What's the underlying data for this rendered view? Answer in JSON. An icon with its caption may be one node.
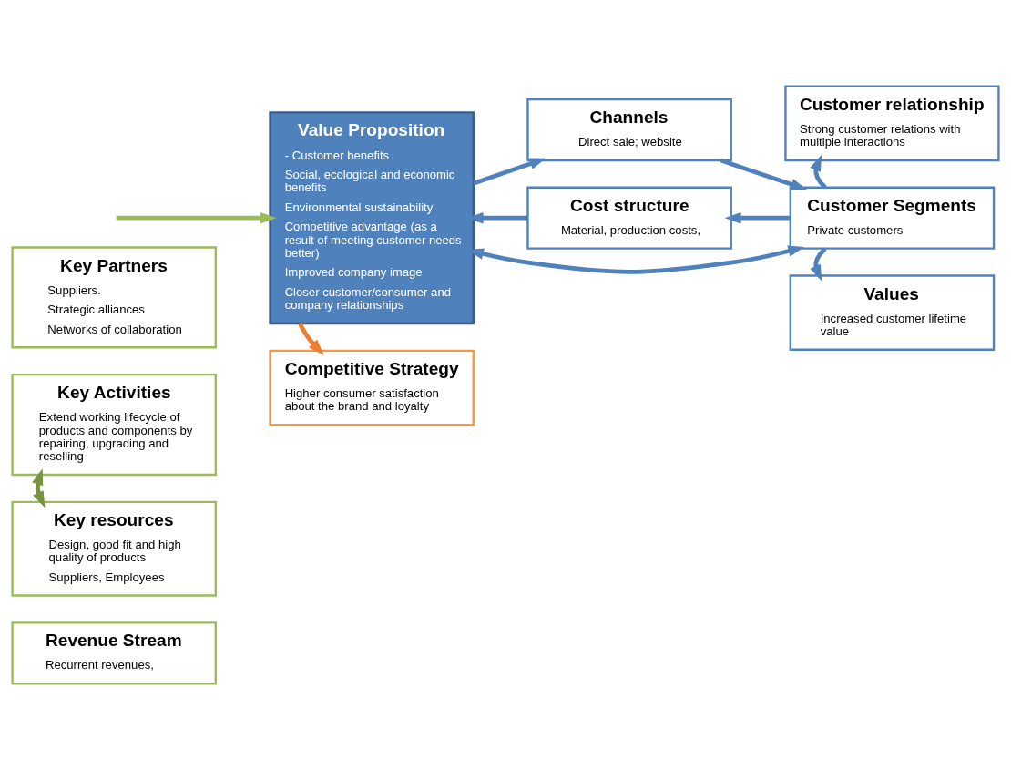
{
  "diagram": {
    "nodes": [
      {
        "text": [
          "Key Partners",
          "Suppliers.",
          "Strategic alliances",
          "Networks of collaboration"
        ]
      },
      {
        "text": [
          "Key Activities",
          "Extend working lifecycle of products and components by repairing, upgrading and reselling"
        ]
      },
      {
        "text": [
          "Key resources",
          "Design, good fit and high quality of products",
          "Suppliers, Employees"
        ]
      },
      {
        "text": [
          "Revenue Stream",
          "Recurrent revenues,"
        ]
      },
      {
        "text": [
          "Value Proposition",
          "- Customer benefits",
          "Social, ecological and economic benefits",
          "Environmental sustainability",
          "Competitive advantage (as a result of meeting customer needs better)",
          "Improved company image",
          "Closer customer/consumer and company relationships"
        ]
      },
      {
        "text": [
          "Competitive Strategy",
          "Higher consumer satisfaction about the brand and loyalty"
        ]
      },
      {
        "text": [
          "Channels",
          "Direct sale; website"
        ]
      },
      {
        "text": [
          "Cost structure",
          "Material, production costs,"
        ]
      },
      {
        "text": [
          "Customer relationship",
          "Strong customer relations with multiple interactions"
        ]
      },
      {
        "text": [
          "Customer Segments",
          "Private customers"
        ]
      },
      {
        "text": [
          "Values",
          "Increased customer lifetime value"
        ]
      }
    ],
    "edges": [
      {
        "from": 1,
        "to": 2,
        "arrow": "both",
        "color": "#77933c"
      },
      {
        "from": null,
        "to": 4,
        "arrow": "to",
        "color": "#9bbb59"
      },
      {
        "from": 4,
        "to": 6,
        "arrow": "to"
      },
      {
        "from": 6,
        "to": 9,
        "arrow": "to"
      },
      {
        "from": 4,
        "to": 9,
        "arrow": "both"
      },
      {
        "from": 9,
        "to": 7,
        "arrow": "to"
      },
      {
        "from": 7,
        "to": 4,
        "arrow": "to"
      },
      {
        "from": 9,
        "to": 8,
        "arrow": "to"
      },
      {
        "from": 9,
        "to": 10,
        "arrow": "to"
      },
      {
        "from": 4,
        "to": 5,
        "arrow": "to",
        "color": "#ed7d31"
      }
    ]
  }
}
